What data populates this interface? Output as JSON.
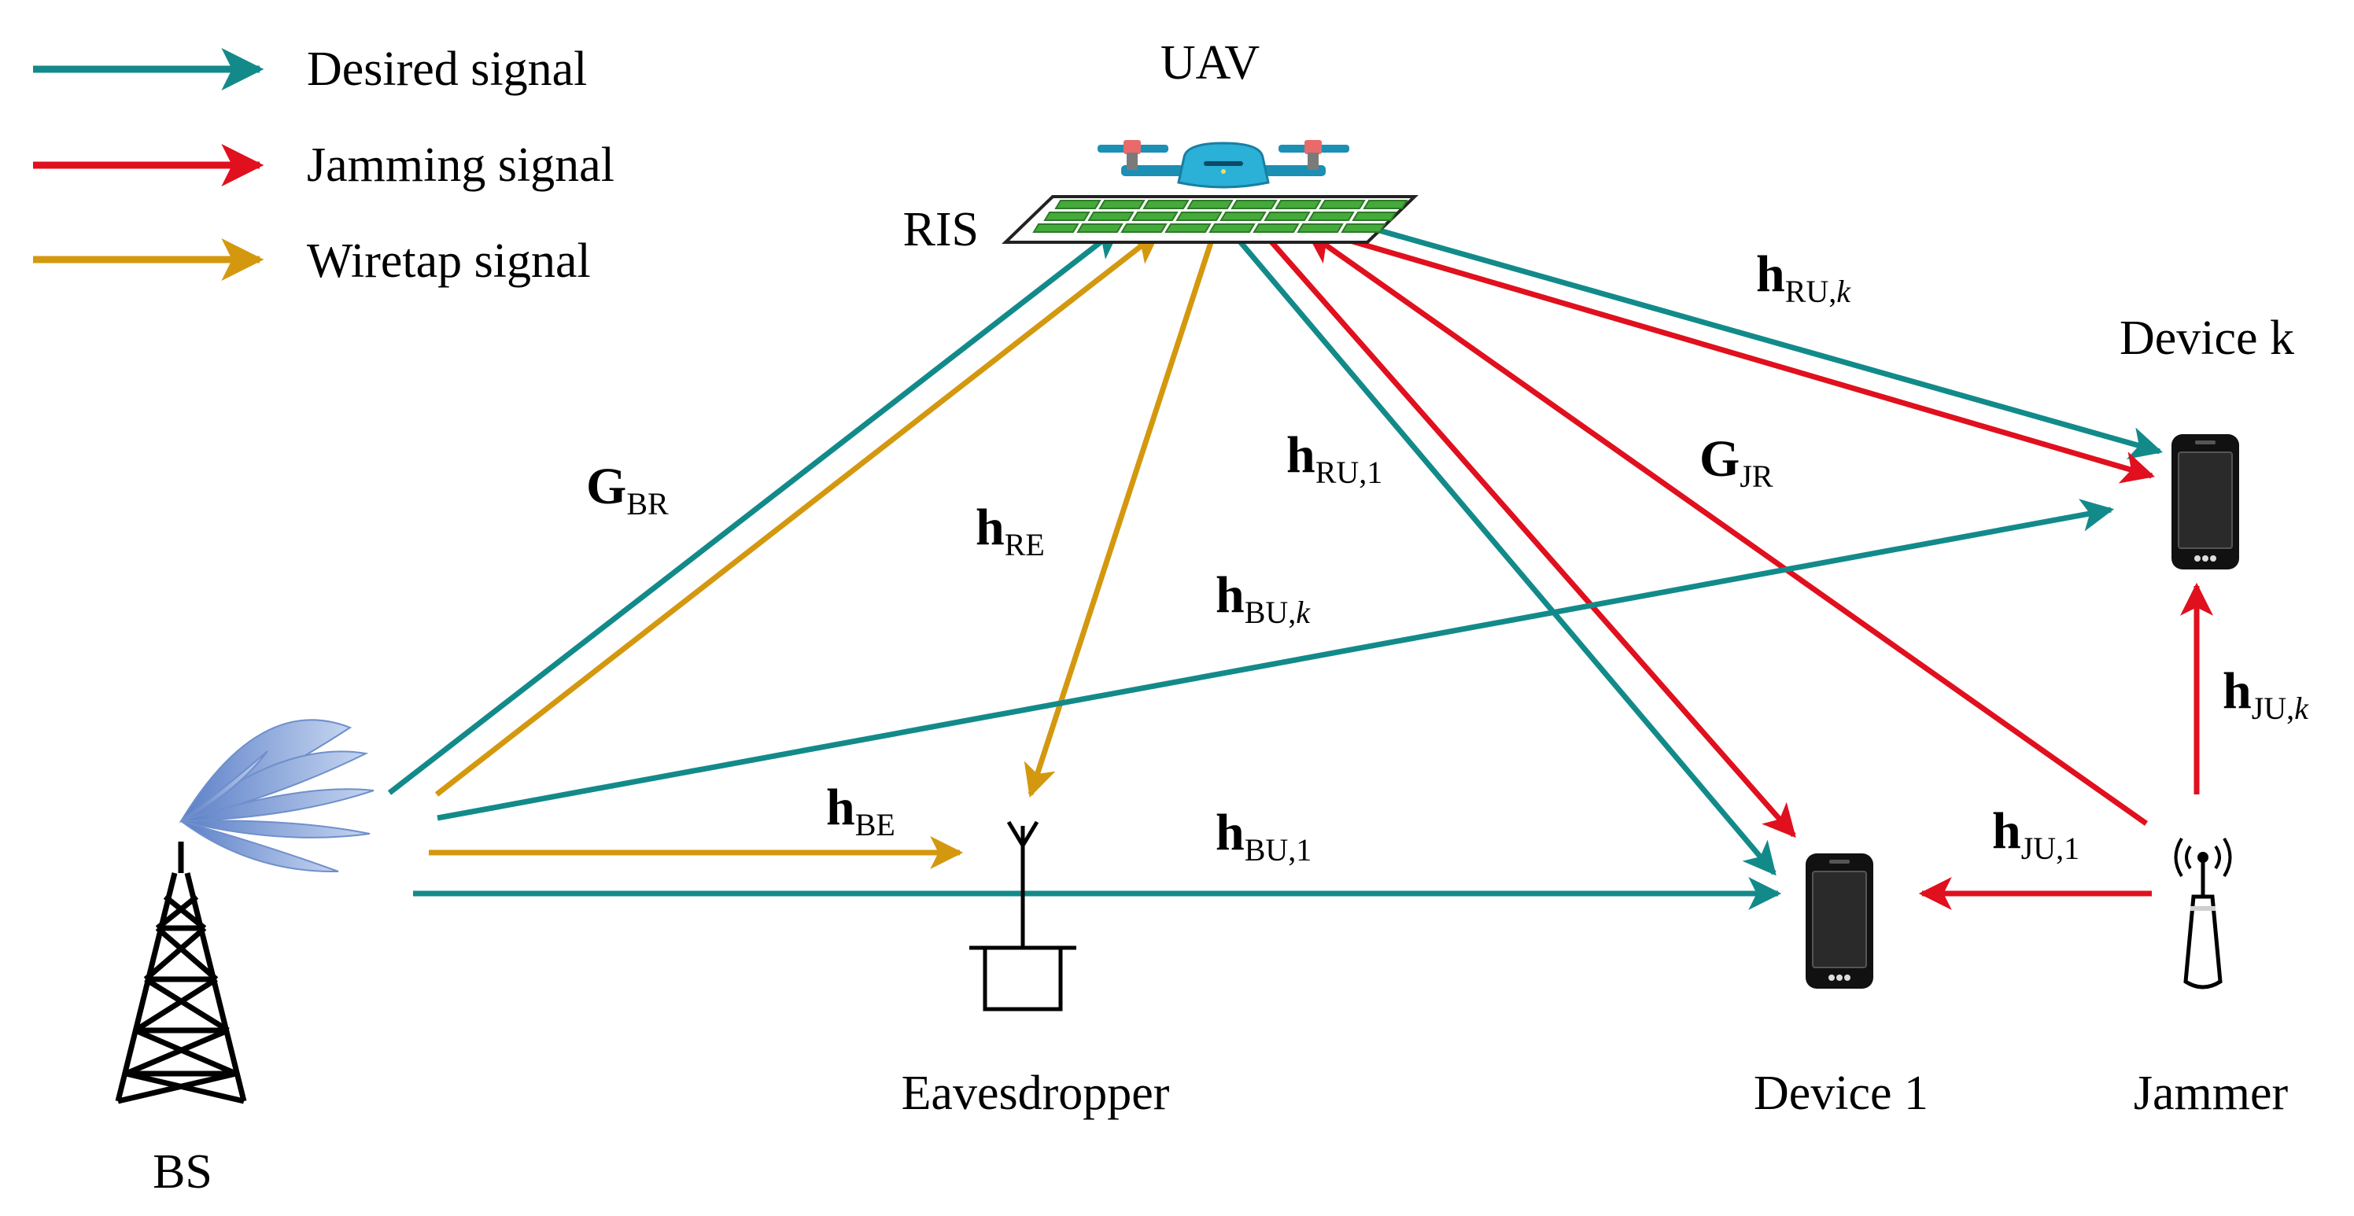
{
  "legend": {
    "items": [
      {
        "label": "Desired signal",
        "color": "#138a8a"
      },
      {
        "label": "Jamming signal",
        "color": "#e0101e"
      },
      {
        "label": "Wiretap signal",
        "color": "#d4980f"
      }
    ]
  },
  "nodes": {
    "uav": "UAV",
    "ris": "RIS",
    "bs": "BS",
    "eavesdropper": "Eavesdropper",
    "device1": "Device 1",
    "devicek": "Device k",
    "jammer": "Jammer"
  },
  "channels": {
    "g_br": {
      "main": "G",
      "sub": "BR",
      "sub_it": ""
    },
    "h_re": {
      "main": "h",
      "sub": "RE",
      "sub_it": ""
    },
    "h_ru1": {
      "main": "h",
      "sub": "RU,1",
      "sub_it": ""
    },
    "g_jr": {
      "main": "G",
      "sub": "JR",
      "sub_it": ""
    },
    "h_ruk": {
      "main": "h",
      "sub": "RU,",
      "sub_it": "k"
    },
    "h_buk": {
      "main": "h",
      "sub": "BU,",
      "sub_it": "k"
    },
    "h_be": {
      "main": "h",
      "sub": "BE",
      "sub_it": ""
    },
    "h_bu1": {
      "main": "h",
      "sub": "BU,1",
      "sub_it": ""
    },
    "h_ju1": {
      "main": "h",
      "sub": "JU,1",
      "sub_it": ""
    },
    "h_juk": {
      "main": "h",
      "sub": "JU,",
      "sub_it": "k"
    }
  },
  "colors": {
    "desired": "#138a8a",
    "jamming": "#e0101e",
    "wiretap": "#d4980f",
    "ris_panel": "#3a9a32",
    "uav_body": "#2bb0d8",
    "bs_beam": "#8aa9dc"
  }
}
